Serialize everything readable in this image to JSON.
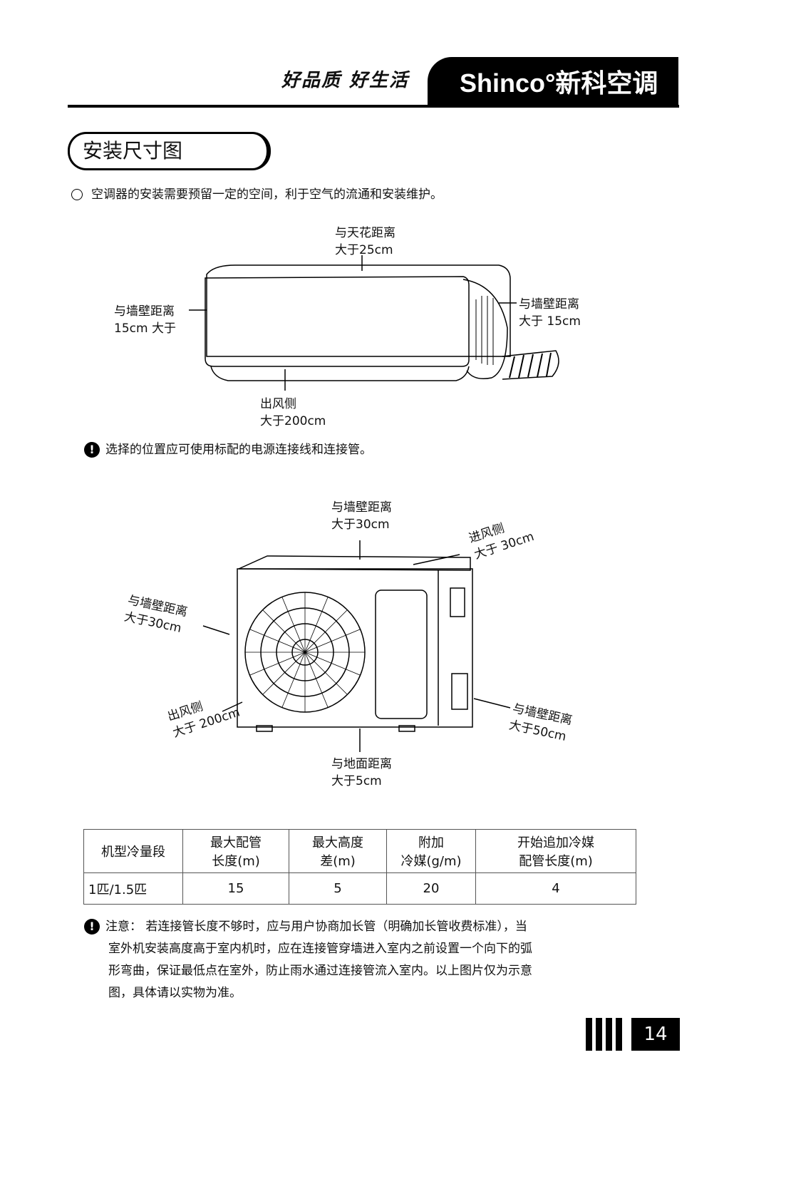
{
  "header": {
    "slogan": "好品质 好生活",
    "brand": "Shinco°新科空调"
  },
  "section_title": "安装尺寸图",
  "intro": "空调器的安装需要预留一定的空间，利于空气的流通和安装维护。",
  "indoor_labels": {
    "top": [
      "与天花距离",
      "大于25cm"
    ],
    "left": [
      "与墙壁距离",
      "15cm  大于"
    ],
    "right": [
      "与墙壁距离",
      "大于 15cm"
    ],
    "bottom": [
      "出风侧",
      "大于200cm"
    ]
  },
  "note1": "选择的位置应可使用标配的电源连接线和连接管。",
  "outdoor_labels": {
    "top": [
      "与墙壁距离",
      "大于30cm"
    ],
    "inlet": [
      "进风侧",
      "大于 30cm"
    ],
    "left": [
      "与墙壁距离",
      "大于30cm"
    ],
    "outlet": [
      "出风侧",
      "大于 200cm"
    ],
    "right": [
      "与墙壁距离",
      "大于50cm"
    ],
    "bottom": [
      "与地面距离",
      "大于5cm"
    ]
  },
  "table": {
    "headers": [
      [
        "机型冷量段"
      ],
      [
        "最大配管",
        "长度(m)"
      ],
      [
        "最大高度",
        "差(m)"
      ],
      [
        "附加",
        "冷媒(g/m)"
      ],
      [
        "开始追加冷媒",
        "配管长度(m)"
      ]
    ],
    "rows": [
      [
        "1匹/1.5匹",
        "15",
        "5",
        "20",
        "4"
      ]
    ]
  },
  "note2": [
    "注意：  若连接管长度不够时，应与用户协商加长管（明确加长管收费标准），当",
    "室外机安装高度高于室内机时，应在连接管穿墙进入室内之前设置一个向下的弧",
    "形弯曲，保证最低点在室外，防止雨水通过连接管流入室内。以上图片仅为示意",
    "图，具体请以实物为准。"
  ],
  "page_number": "14"
}
